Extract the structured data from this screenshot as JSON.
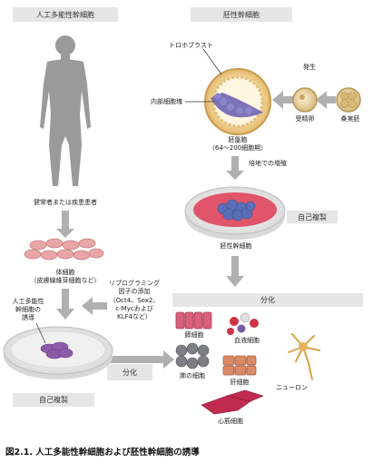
{
  "headers": {
    "ips": "人工多能性幹細胞",
    "es": "胚性幹細胞",
    "self_renew_es": "自己複製",
    "differentiation": "分化",
    "self_renew_ips": "自己複製",
    "diff_arrow": "分化"
  },
  "labels": {
    "donor": "健常者または疾患患者",
    "somatic_1": "体細胞",
    "somatic_2": "（皮膚線維芽細胞など）",
    "reprog_1": "リプログラミング",
    "reprog_2": "因子の添加",
    "reprog_3": "（Oct4、Sox2、",
    "reprog_4": "c-Mycおよび",
    "reprog_5": "KLF4など）",
    "induce_1": "人工多能性",
    "induce_2": "幹細胞の",
    "induce_3": "誘導",
    "trophoblast": "トロホブラスト",
    "inner_mass": "内部細胞塊",
    "blastocyst_1": "胚盤胞",
    "blastocyst_2": "（64～200細胞期）",
    "development": "発生",
    "fertilized": "受精卵",
    "morula": "桑実胚",
    "culture": "培地での増殖",
    "es_cells": "胚性幹細胞",
    "pancreas": "膵細胞",
    "blood": "血液細胞",
    "lung": "肺の細胞",
    "liver": "肝細胞",
    "neuron": "ニューロン",
    "cardiac": "心筋細胞"
  },
  "caption": "図2.1. 人工多能性幹細胞および胚性幹細胞の誘導",
  "colors": {
    "arrow": "#b0b0b0",
    "human": "#9a9a9a",
    "dish_red": "#e0556a",
    "ips_purple": "#8c5aa8",
    "es_blue": "#5a6fb8",
    "cell_pink": "#e8a6a6",
    "header_bg": "#e6e6e6"
  }
}
